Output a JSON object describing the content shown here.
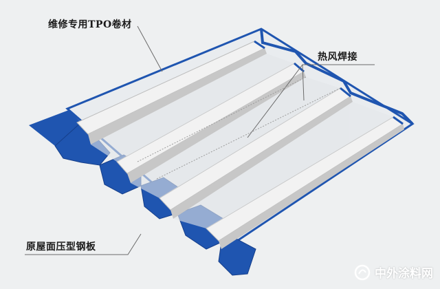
{
  "labels": {
    "tpo_membrane": "维修专用TPO卷材",
    "hot_air_weld": "热风焊接",
    "steel_sheet": "原屋面压型钢板"
  },
  "watermark": {
    "text": "中外涂料网"
  },
  "colors": {
    "background": "#eef0f1",
    "steel_blue": "#1f55b0",
    "steel_dark": "#163f8a",
    "tpo_light": "#f4f4f4",
    "tpo_shade": "#bdbdbd",
    "leader": "#6a6a6a"
  }
}
